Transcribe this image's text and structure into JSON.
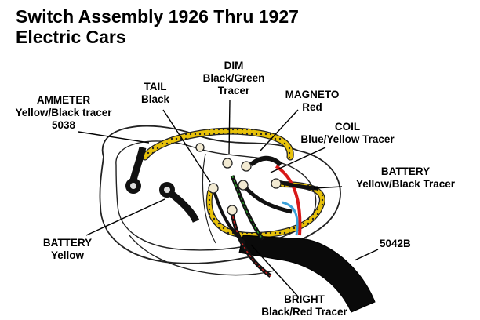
{
  "title": {
    "line1": "Switch Assembly 1926 Thru 1927",
    "line2": "Electric Cars"
  },
  "labels": {
    "ammeter": {
      "name": "AMMETER",
      "wire": "Yellow/Black tracer",
      "part": "5038"
    },
    "tail": {
      "name": "TAIL",
      "wire": "Black"
    },
    "dim": {
      "name": "DIM",
      "wire": "Black/Green",
      "extra": "Tracer"
    },
    "magneto": {
      "name": "MAGNETO",
      "wire": "Red"
    },
    "coil": {
      "name": "COIL",
      "wire": "Blue/Yellow Tracer"
    },
    "battery_right": {
      "name": "BATTERY",
      "wire": "Yellow/Black Tracer"
    },
    "battery_left": {
      "name": "BATTERY",
      "wire": "Yellow"
    },
    "part_number": {
      "name": "5042B"
    },
    "bright": {
      "name": "BRIGHT",
      "wire": "Black/Red Tracer"
    }
  },
  "colors": {
    "wire_yellow": "#e8c20a",
    "wire_red": "#d81818",
    "wire_blue": "#3aa0d8",
    "wire_green": "#2a9a2a",
    "wire_black": "#111111",
    "outline": "#222222",
    "terminal_face": "#f2ead2"
  }
}
